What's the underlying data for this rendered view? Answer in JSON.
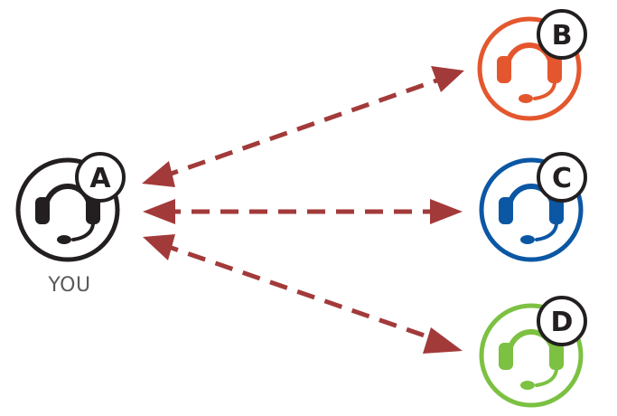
{
  "nodes": {
    "a": {
      "badge": "A",
      "label": "YOU",
      "color": "#231f20"
    },
    "b": {
      "badge": "B",
      "color": "#e4572e"
    },
    "c": {
      "badge": "C",
      "color": "#0b57a4"
    },
    "d": {
      "badge": "D",
      "color": "#7cc142"
    }
  },
  "connections": [
    {
      "from": "a",
      "to": "b",
      "style": "dashed",
      "direction": "both"
    },
    {
      "from": "a",
      "to": "c",
      "style": "dashed",
      "direction": "both"
    },
    {
      "from": "a",
      "to": "d",
      "style": "dashed",
      "direction": "both"
    }
  ],
  "arrow_color": "#a33a3a"
}
